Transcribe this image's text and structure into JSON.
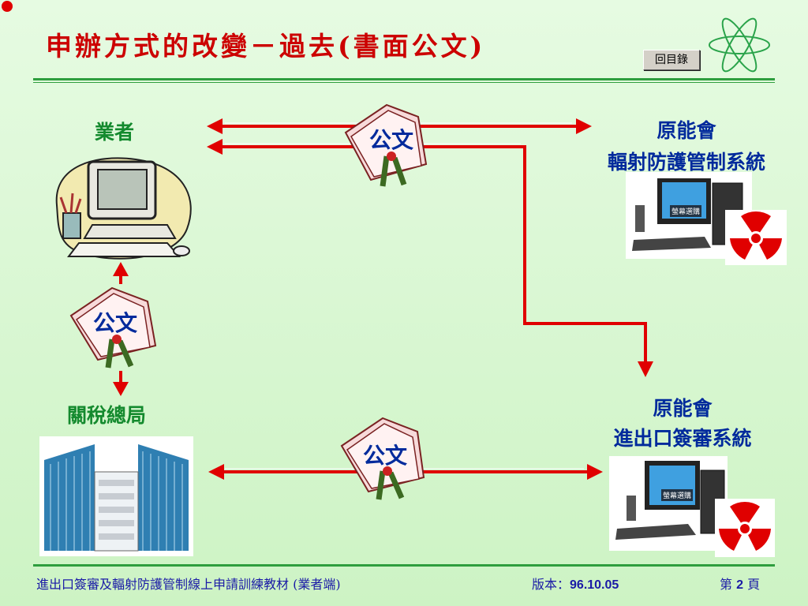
{
  "header": {
    "title": "申辦方式的改變－過去(書面公文)",
    "toc_button": "回目錄"
  },
  "nodes": {
    "operator": "業者",
    "aec_radiation_line1": "原能會",
    "aec_radiation_line2": "輻射防護管制系統",
    "customs": "關稅總局",
    "aec_import_line1": "原能會",
    "aec_import_line2": "進出口簽審系統"
  },
  "document_label": "公文",
  "monitor_screen_text": "螢幕選購",
  "footer": {
    "course": "進出口簽審及輻射防護管制線上申請訓練教材 (業者端)",
    "version_label": "版本：",
    "version": "96.10.05",
    "page_prefix": "第",
    "page_num": "2",
    "page_suffix": "頁"
  },
  "colors": {
    "title": "#cc0000",
    "arrow": "#e00000",
    "node_green": "#148a2e",
    "node_blue": "#002a9c",
    "rule": "#2e9e3e",
    "footer_text": "#1a1aa6"
  }
}
